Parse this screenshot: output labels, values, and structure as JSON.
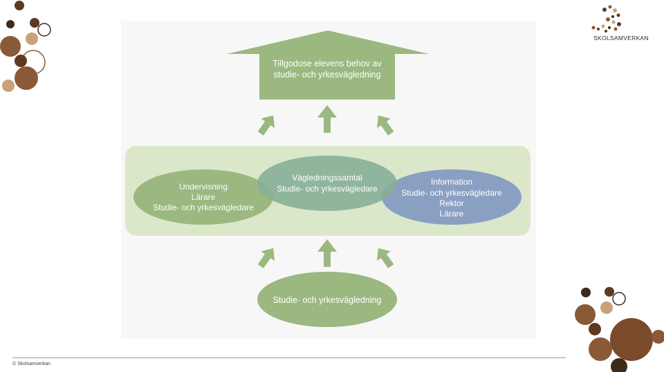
{
  "house": {
    "lines": [
      "Tillgodose elevens behov av",
      "studie- och yrkesvägledning"
    ]
  },
  "ellipses": {
    "left": [
      "Undervisning",
      "Lärare",
      "Studie- och yrkesvägledare"
    ],
    "middle": [
      "Vägledningssamtal",
      "Studie- och yrkesvägledare"
    ],
    "right": [
      "Information",
      "Studie- och yrkesvägledare",
      "Rektor",
      "Lärare"
    ],
    "bottom": [
      "Studie- och yrkesvägledning"
    ]
  },
  "footer": {
    "copyright": "© Skolsamverkan"
  },
  "logo": {
    "text": "SKOLSAMVERKAN"
  },
  "colors": {
    "green": "#9bb880",
    "green_dark": "#8fb070",
    "panel": "#dbe7c9",
    "blue": "#8aa0c2",
    "teal": "#8aae9a",
    "brown_dark": "#5c3a21",
    "brown_mid": "#8a5a36",
    "brown_light": "#c9a27a"
  }
}
